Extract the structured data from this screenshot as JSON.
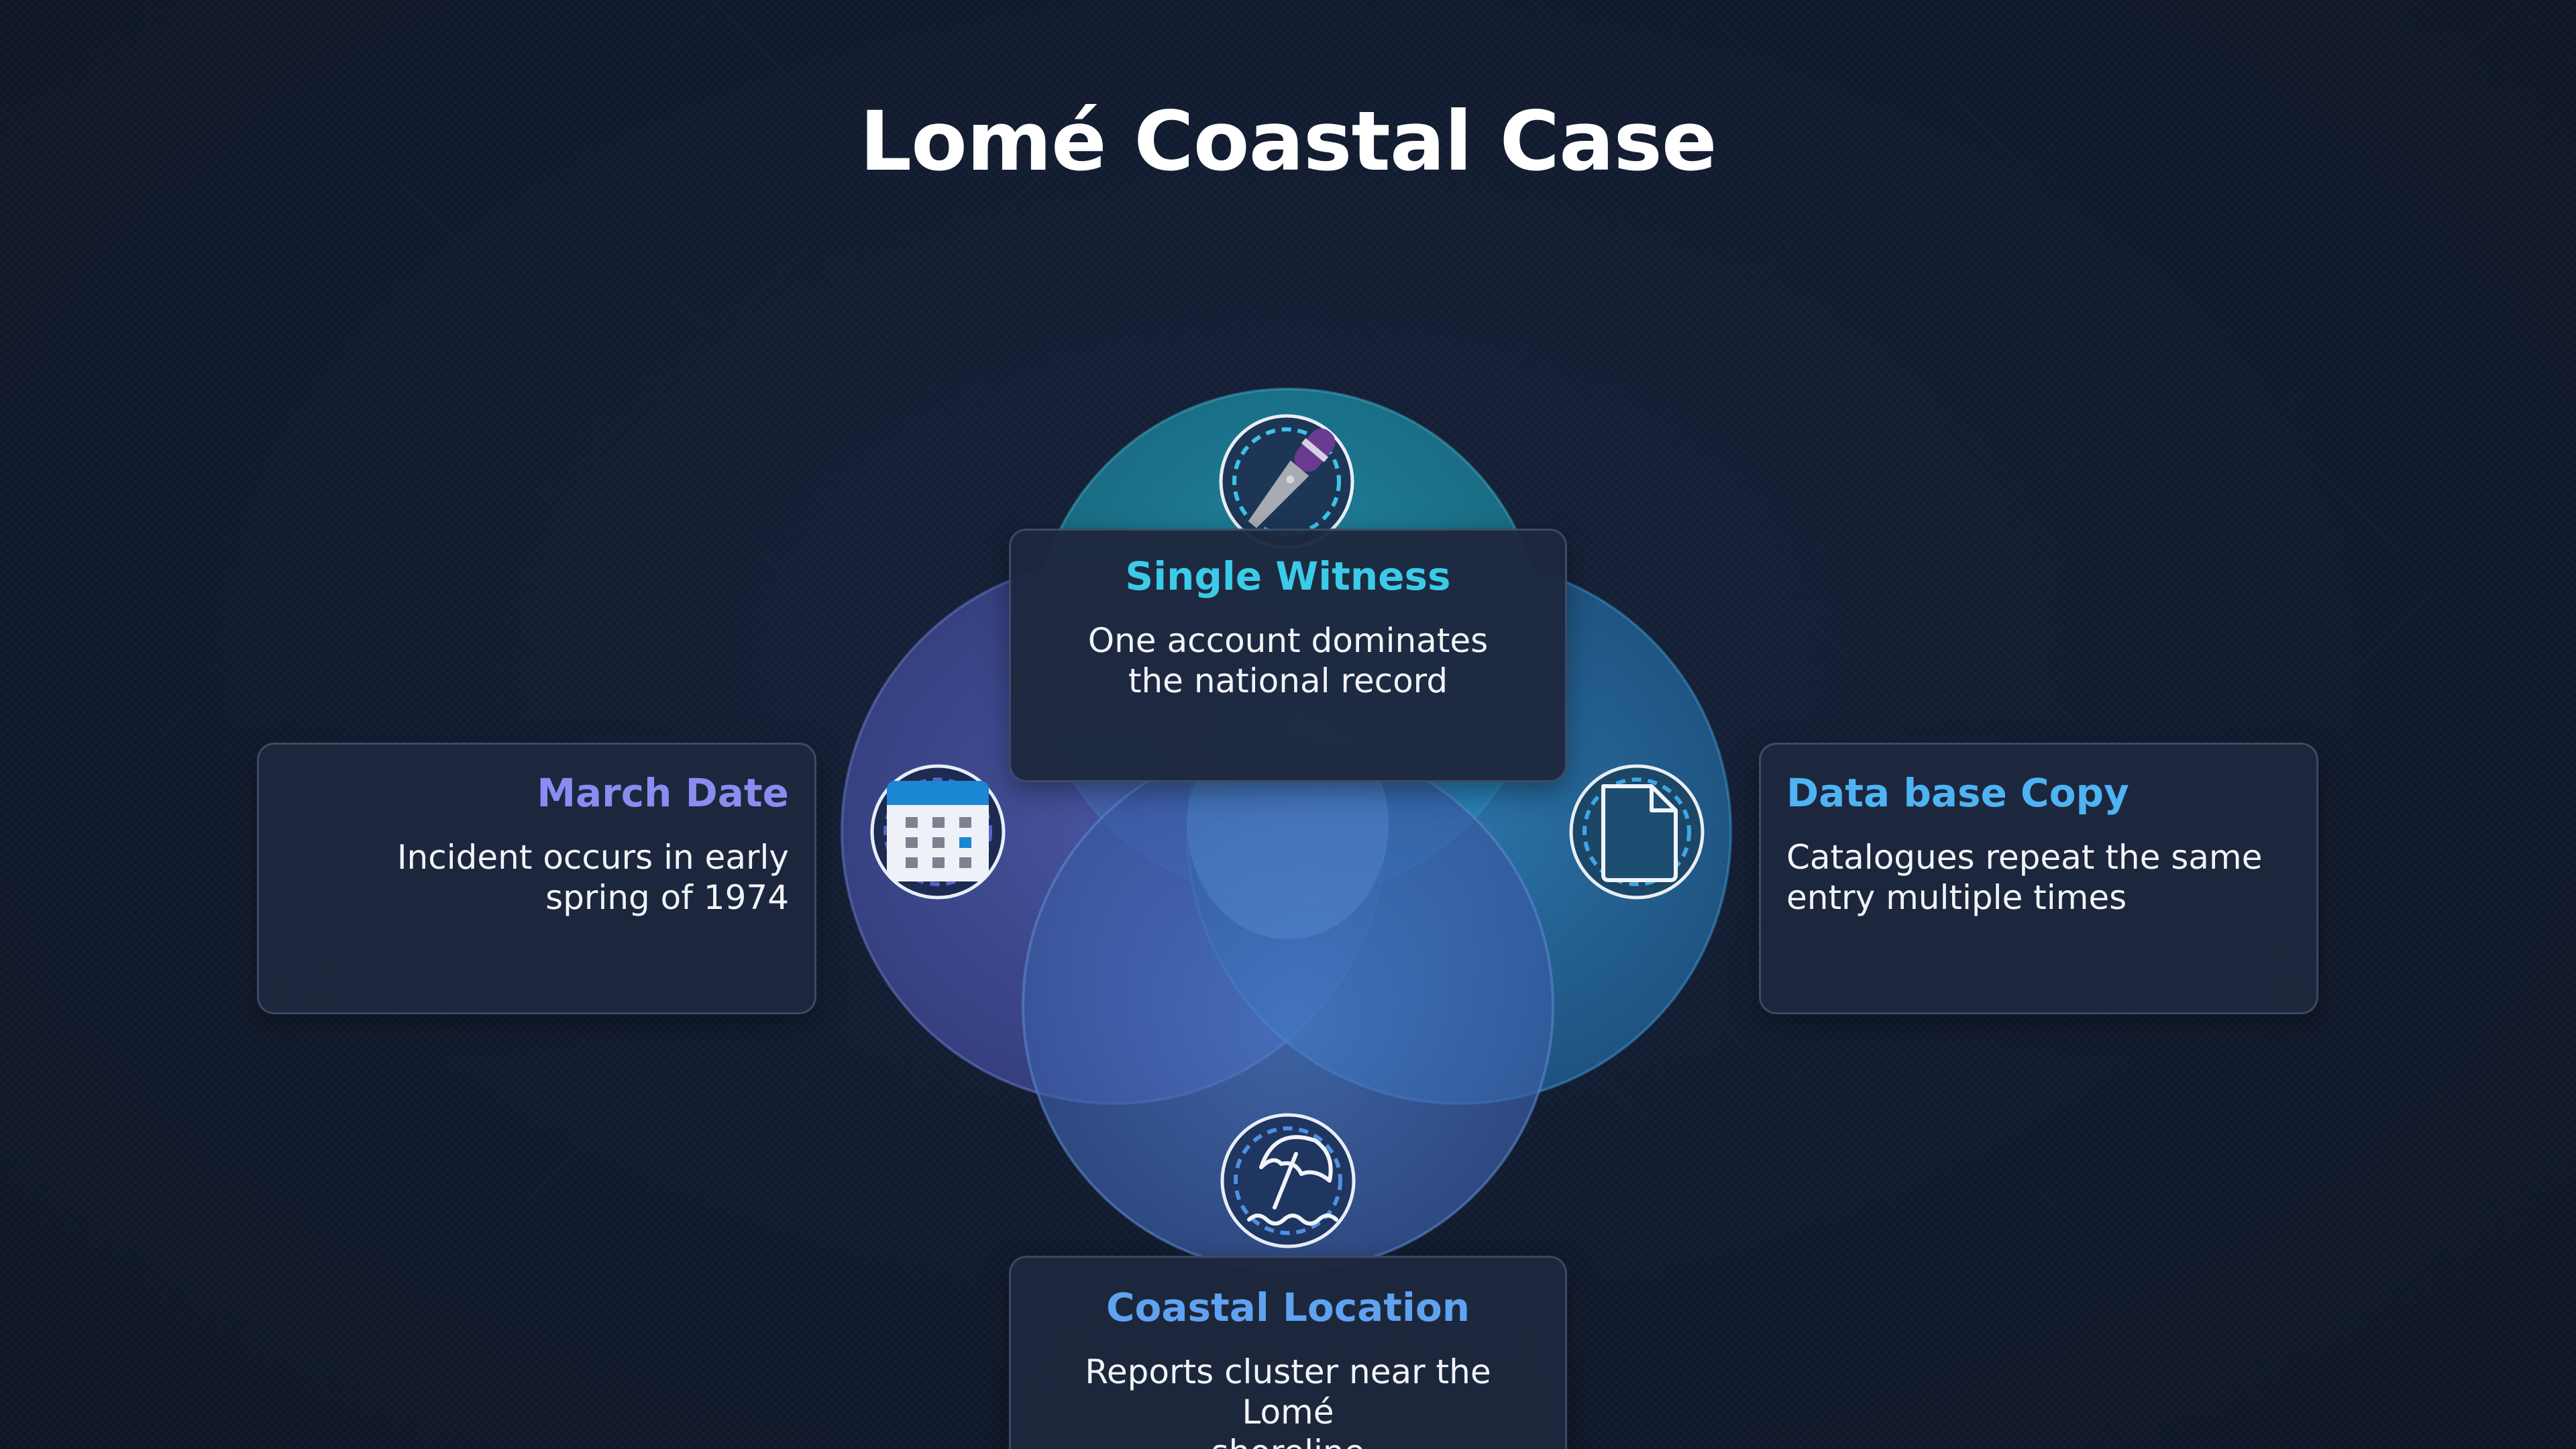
{
  "title": "Lomé Coastal Case",
  "diagram": {
    "circles": [
      {
        "id": "witness",
        "color": "#1e8aa0"
      },
      {
        "id": "date",
        "color": "#4a56a8"
      },
      {
        "id": "copy",
        "color": "#2a7fb8"
      },
      {
        "id": "location",
        "color": "#3f6fc0"
      }
    ],
    "icons": {
      "witness": "microphone-icon",
      "date": "calendar-icon",
      "copy": "document-icon",
      "location": "beach-umbrella-icon"
    }
  },
  "cards": {
    "top": {
      "title": "Single Witness",
      "lines": [
        "One account dominates",
        "the national record"
      ]
    },
    "left": {
      "title": "March Date",
      "lines": [
        "Incident occurs in early",
        "spring of 1974"
      ]
    },
    "right": {
      "title": "Data base Copy",
      "lines": [
        "Catalogues repeat the same",
        "entry multiple times"
      ]
    },
    "bottom": {
      "title": "Coastal Location",
      "lines": [
        "Reports cluster near the Lomé",
        "shoreline"
      ]
    }
  }
}
